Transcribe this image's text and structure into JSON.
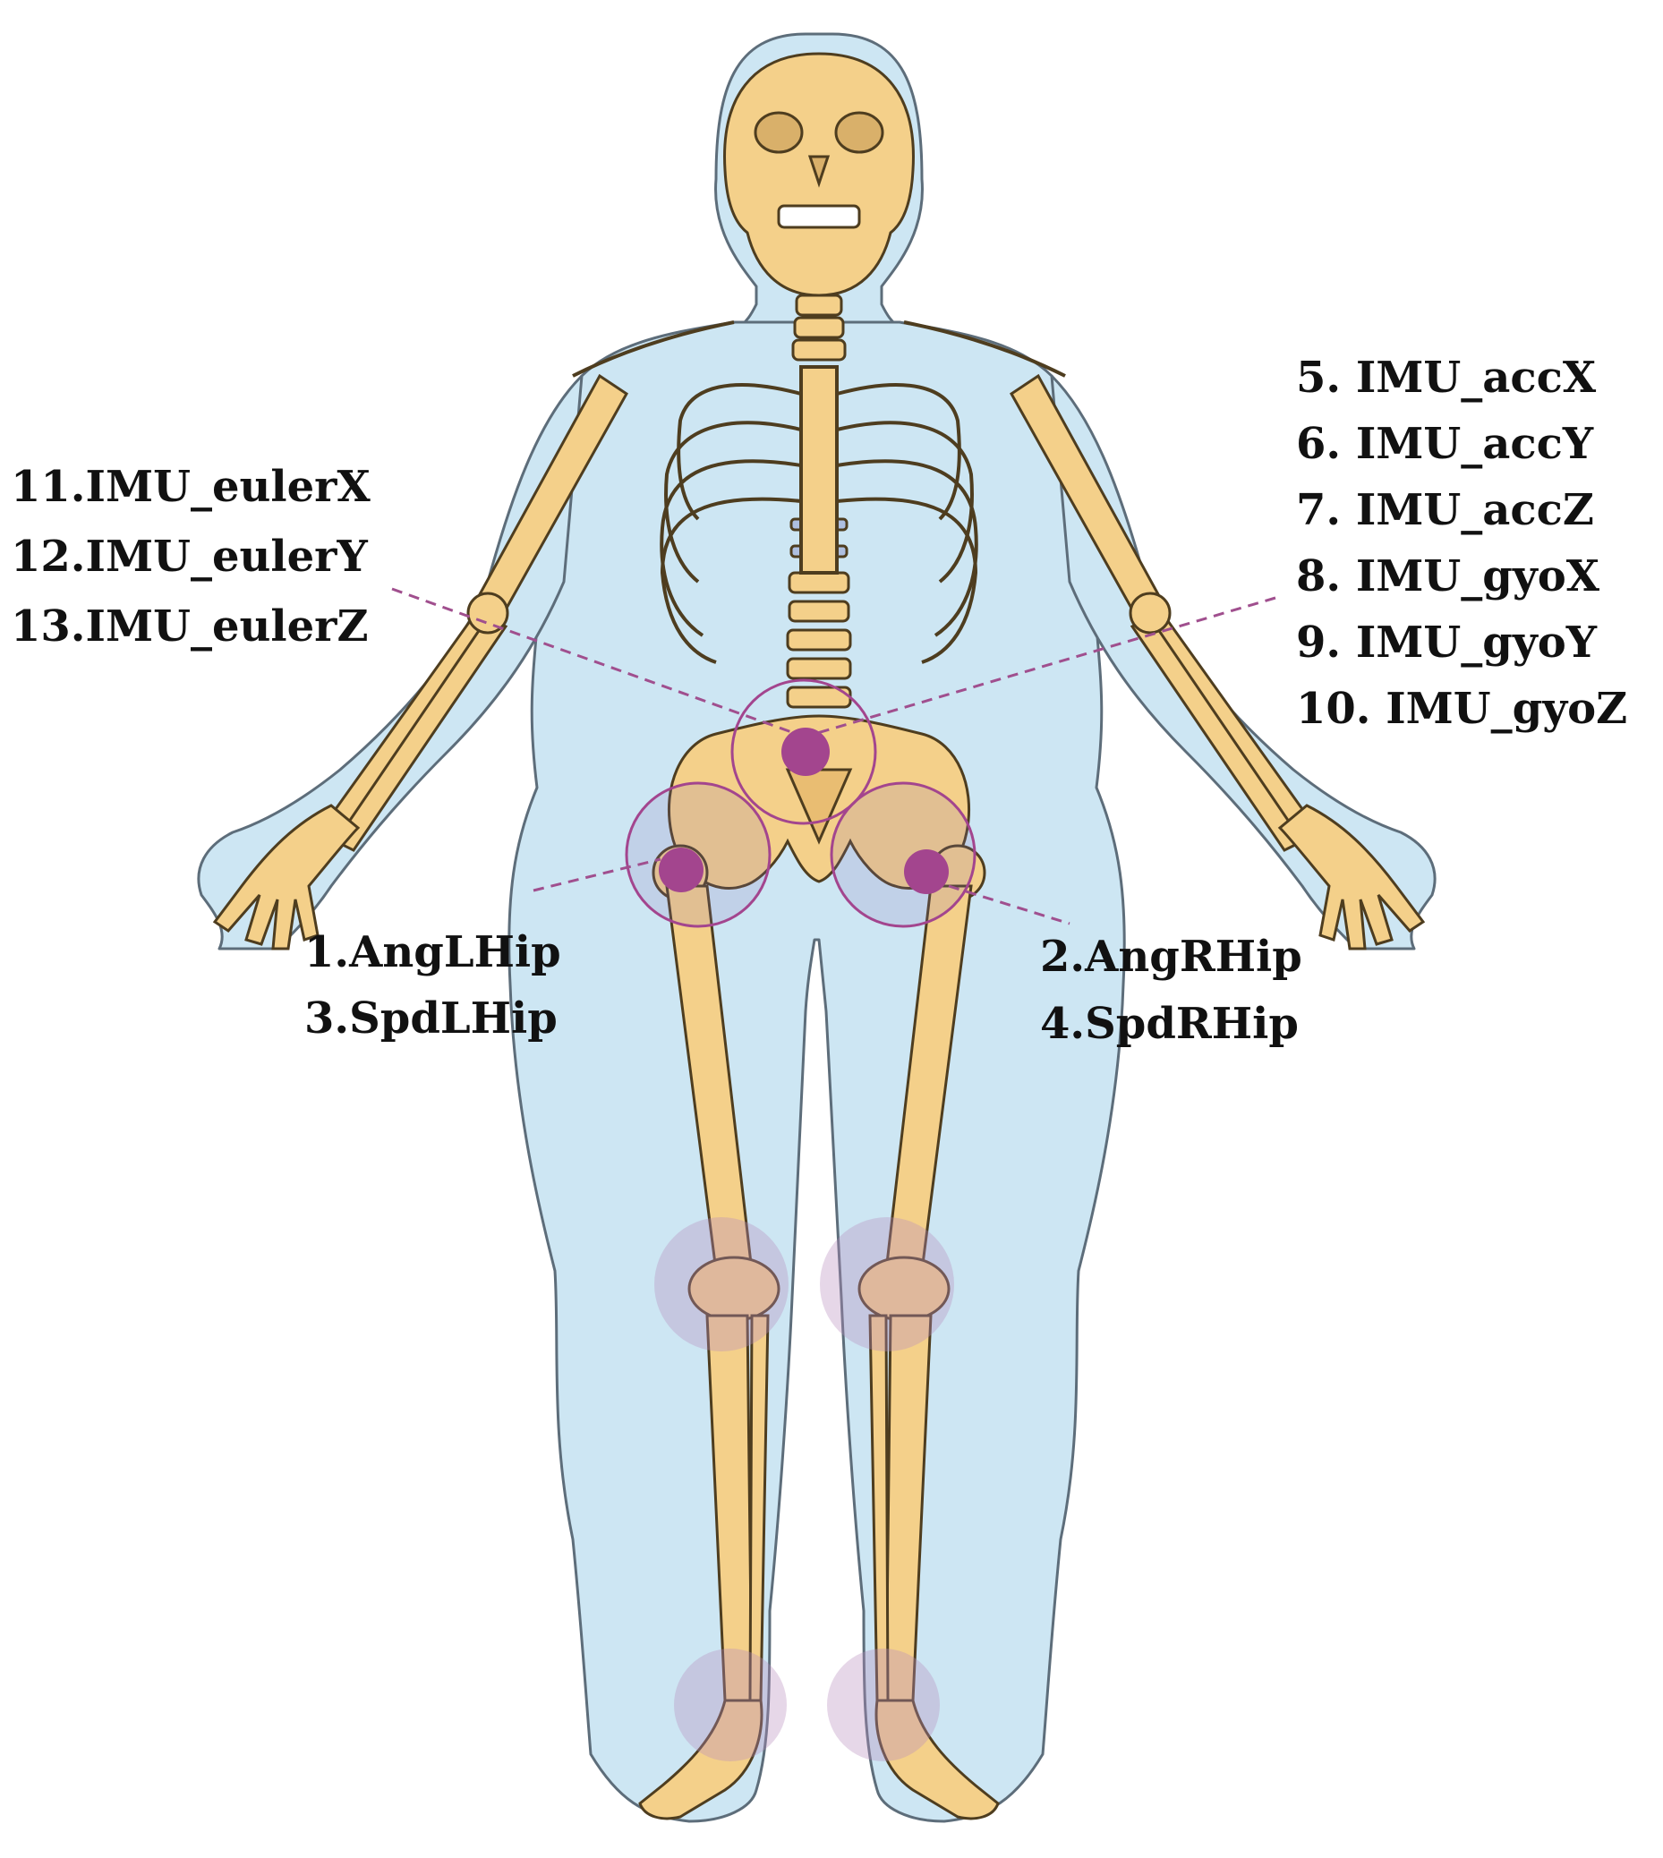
{
  "colors": {
    "background": "#ffffff",
    "body_fill": "#cde6f3",
    "body_outline": "#5d6d7a",
    "bone_fill": "#f4d08a",
    "bone_outline": "#4e3d1f",
    "disc_fill": "#aebfe0",
    "sensor_fill": "#a3458e",
    "sensor_ring": "#a3458e",
    "joint_halo": "#b88bbc",
    "leader_line": "#a04f8e",
    "label_text": "#111111"
  },
  "labels": {
    "euler": [
      "11.IMU_eulerX",
      "12.IMU_eulerY",
      "13.IMU_eulerZ"
    ],
    "imu": [
      "5. IMU_accX",
      "6. IMU_accY",
      "7. IMU_accZ",
      "8. IMU_gyoX",
      "9. IMU_gyoY",
      "10. IMU_gyoZ"
    ],
    "left_hip": [
      "1.AngLHip",
      "3.SpdLHip"
    ],
    "right_hip": [
      "2.AngRHip",
      "4.SpdRHip"
    ]
  }
}
